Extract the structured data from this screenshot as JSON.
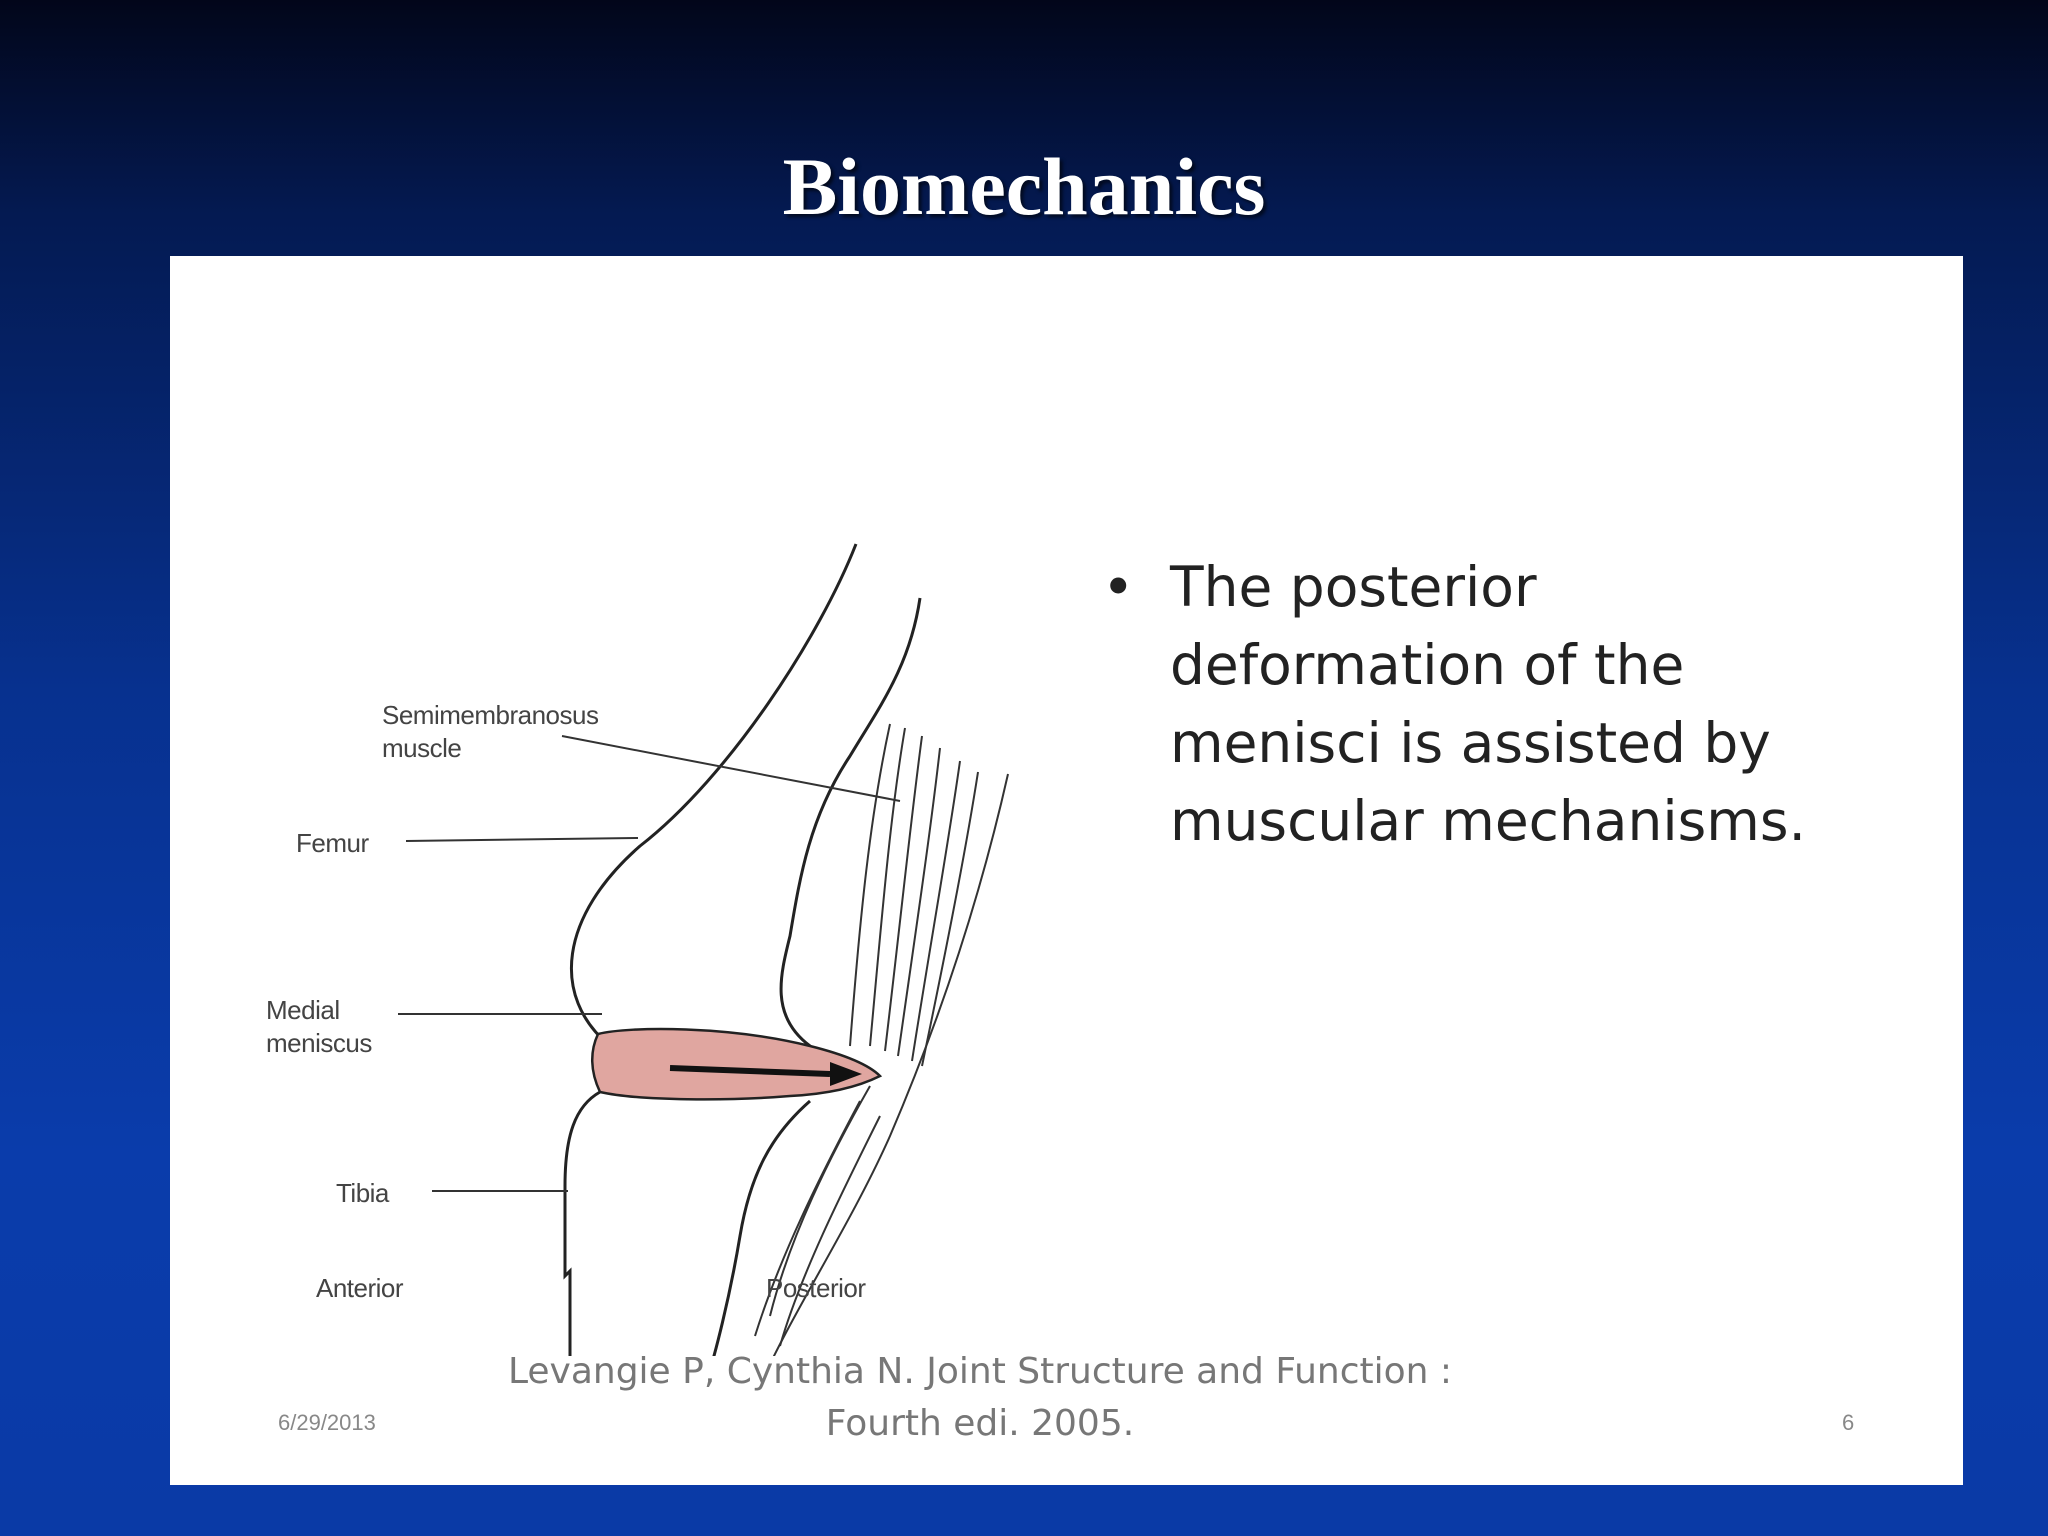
{
  "slide": {
    "title": "Biomechanics"
  },
  "figure": {
    "labels": {
      "semimembranosus": "Semimembranosus\nmuscle",
      "femur": "Femur",
      "medial_meniscus": "Medial\nmeniscus",
      "tibia": "Tibia",
      "anterior": "Anterior",
      "posterior": "Posterior"
    },
    "meniscus_color": "#e0a6a0"
  },
  "content": {
    "bullet": "The posterior deformation of the menisci is assisted by muscular mechanisms.",
    "citation": "Levangie P, Cynthia N. Joint Structure and Function : Fourth edi. 2005.",
    "date": "6/29/2013",
    "page_number": "6"
  }
}
